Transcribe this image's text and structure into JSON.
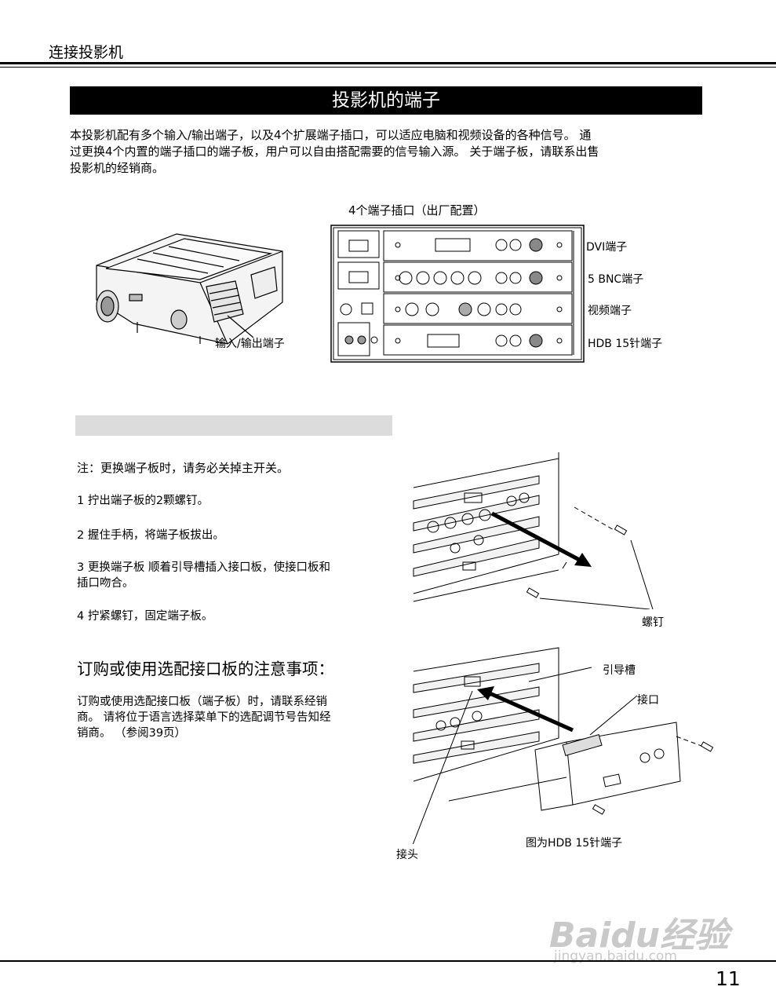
{
  "header": {
    "section": "连接投影机"
  },
  "title": "投影机的端子",
  "intro": {
    "line1": "本投影机配有多个输入/输出端子，以及4个扩展端子插口，可以适应电脑和视频设备的各种信号。 通",
    "line2": "过更换4个内置的端子插口的端子板，用户可以自由搭配需要的信号输入源。 关于端子板，请联系出售",
    "line3": "投影机的经销商。"
  },
  "figure1": {
    "caption": "4个端子插口（出厂配置）",
    "io_label": "输入/输出端子",
    "slot_labels": [
      "DVI端子",
      "5 BNC端子",
      "视频端子",
      "HDB 15针端子"
    ]
  },
  "steps": {
    "note": "注：更换端子板时，请务必关掉主开关。",
    "s1": "1 拧出端子板的2颗螺钉。",
    "s2": "2 握住手柄，将端子板拔出。",
    "s3a": "3 更换端子板 顺着引导槽插入接口板，使接口板和",
    "s3b": "插口吻合。",
    "s4": "4 拧紧螺钉，固定端子板。"
  },
  "figure2": {
    "screw_label": "螺钉",
    "guide_label": "引导槽",
    "connector_label": "接口",
    "plug_label": "接头",
    "board_caption": "图为HDB 15针端子"
  },
  "order": {
    "heading": "订购或使用选配接口板的注意事项：",
    "line1": "订购或使用选配接口板（端子板）时，请联系经销",
    "line2": "商。 请将位于语言选择菜单下的选配调节号告知经",
    "line3": "销商。 （参阅39页）"
  },
  "page_number": "11",
  "watermark": {
    "brand": "Baidu经验",
    "url": "jingyan.baidu.com"
  }
}
